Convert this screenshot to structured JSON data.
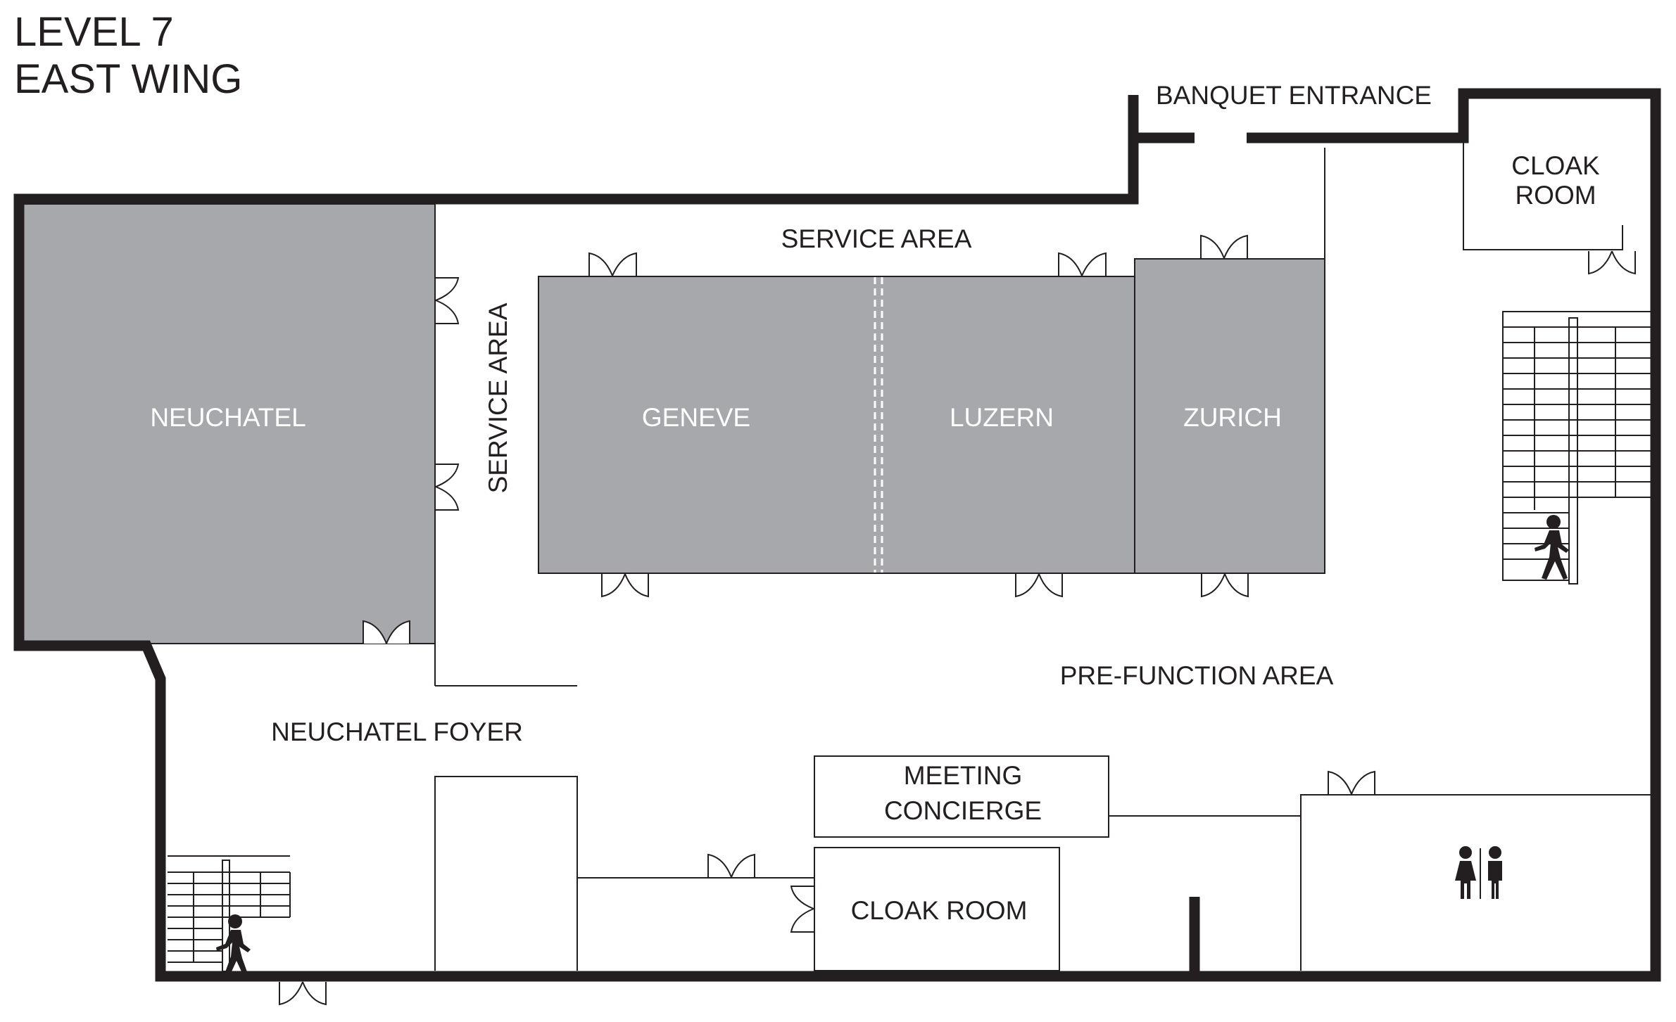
{
  "title": {
    "line1": "LEVEL 7",
    "line2": "EAST WING"
  },
  "colors": {
    "room_fill": "#a7a8ab",
    "wall": "#231f20",
    "background": "#ffffff",
    "room_label": "#ffffff"
  },
  "rooms": {
    "neuchatel": "NEUCHATEL",
    "geneve": "GENEVE",
    "luzern": "LUZERN",
    "zurich": "ZURICH"
  },
  "areas": {
    "service_area_top": "SERVICE AREA",
    "service_area_side": "SERVICE AREA",
    "banquet_entrance": "BANQUET ENTRANCE",
    "cloak_room_top_line1": "CLOAK",
    "cloak_room_top_line2": "ROOM",
    "pre_function": "PRE-FUNCTION AREA",
    "neuchatel_foyer": "NEUCHATEL FOYER",
    "meeting_concierge_line1": "MEETING",
    "meeting_concierge_line2": "CONCIERGE",
    "cloak_room_bottom": "CLOAK ROOM"
  },
  "icons": {
    "stairs_right": "stairs-icon",
    "stairs_left": "stairs-icon",
    "person_right": "walking-person-icon",
    "person_left": "walking-person-icon",
    "restroom": "restroom-icon"
  }
}
